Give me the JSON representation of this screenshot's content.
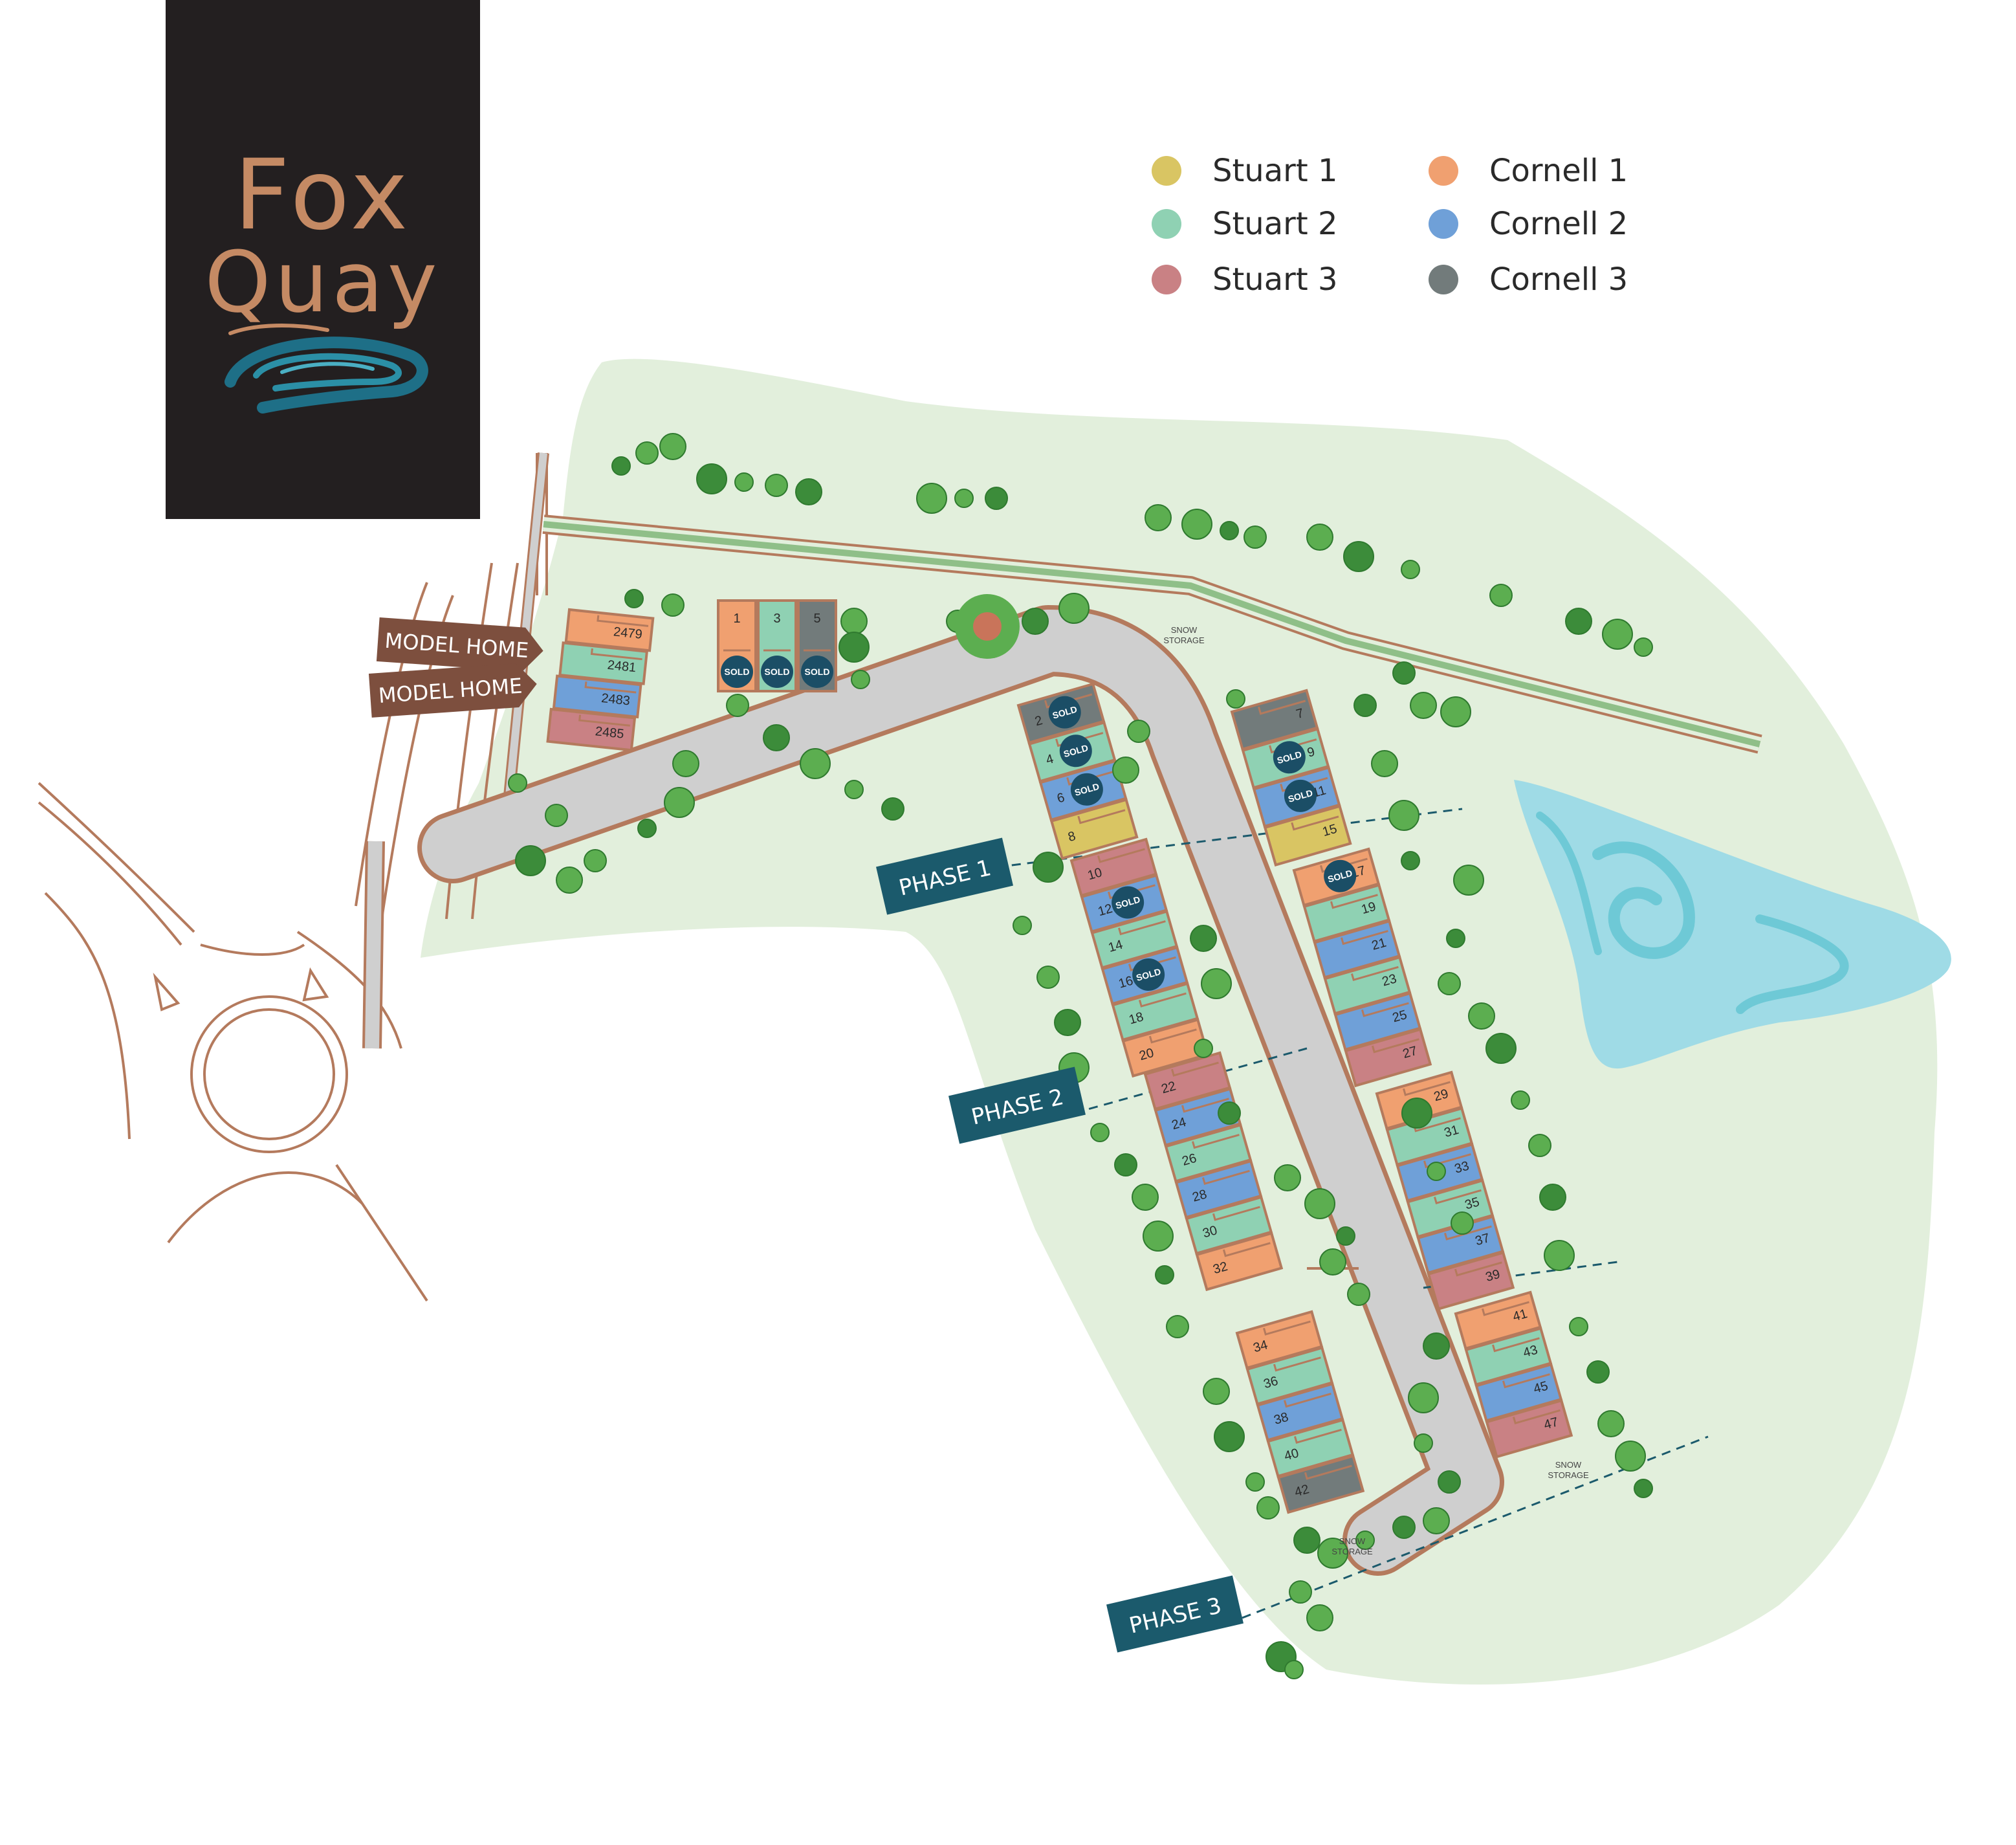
{
  "logo": {
    "line1": "Fox",
    "line2": "Quay"
  },
  "legend": [
    {
      "label": "Stuart 1",
      "color": "#d9c563"
    },
    {
      "label": "Stuart 2",
      "color": "#8fd1b3"
    },
    {
      "label": "Stuart 3",
      "color": "#c98184"
    },
    {
      "label": "Cornell 1",
      "color": "#f0a070"
    },
    {
      "label": "Cornell 2",
      "color": "#6fa0d8"
    },
    {
      "label": "Cornell 3",
      "color": "#727b7b"
    }
  ],
  "signs": {
    "model_home_1": "MODEL HOME",
    "model_home_2": "MODEL HOME",
    "phase_1": "PHASE 1",
    "phase_2": "PHASE 2",
    "phase_3": "PHASE 3"
  },
  "snow_storage": "SNOW STORAGE",
  "sold_label": "SOLD",
  "lots": [
    {
      "n": "2479",
      "style": "Cornell 1"
    },
    {
      "n": "2481",
      "style": "Stuart 2"
    },
    {
      "n": "2483",
      "style": "Cornell 2"
    },
    {
      "n": "2485",
      "style": "Stuart 3"
    },
    {
      "n": "1",
      "style": "Cornell 1",
      "sold": true
    },
    {
      "n": "3",
      "style": "Stuart 2",
      "sold": true
    },
    {
      "n": "5",
      "style": "Cornell 3",
      "sold": true
    },
    {
      "n": "2",
      "style": "Cornell 3",
      "sold": true
    },
    {
      "n": "4",
      "style": "Stuart 2",
      "sold": true
    },
    {
      "n": "6",
      "style": "Cornell 2",
      "sold": true
    },
    {
      "n": "8",
      "style": "Stuart 1"
    },
    {
      "n": "7",
      "style": "Cornell 3"
    },
    {
      "n": "9",
      "style": "Stuart 2",
      "sold": true
    },
    {
      "n": "11",
      "style": "Cornell 2",
      "sold": true
    },
    {
      "n": "15",
      "style": "Stuart 1"
    },
    {
      "n": "10",
      "style": "Stuart 3"
    },
    {
      "n": "12",
      "style": "Cornell 2",
      "sold": true
    },
    {
      "n": "14",
      "style": "Stuart 2"
    },
    {
      "n": "16",
      "style": "Cornell 2",
      "sold": true
    },
    {
      "n": "18",
      "style": "Stuart 2"
    },
    {
      "n": "20",
      "style": "Cornell 1"
    },
    {
      "n": "17",
      "style": "Cornell 1",
      "sold": true
    },
    {
      "n": "19",
      "style": "Stuart 2"
    },
    {
      "n": "21",
      "style": "Cornell 2"
    },
    {
      "n": "23",
      "style": "Stuart 2"
    },
    {
      "n": "25",
      "style": "Cornell 2"
    },
    {
      "n": "27",
      "style": "Stuart 3"
    },
    {
      "n": "22",
      "style": "Stuart 3"
    },
    {
      "n": "24",
      "style": "Cornell 2"
    },
    {
      "n": "26",
      "style": "Stuart 2"
    },
    {
      "n": "28",
      "style": "Cornell 2"
    },
    {
      "n": "30",
      "style": "Stuart 2"
    },
    {
      "n": "32",
      "style": "Cornell 1"
    },
    {
      "n": "29",
      "style": "Cornell 1"
    },
    {
      "n": "31",
      "style": "Stuart 2"
    },
    {
      "n": "33",
      "style": "Cornell 2"
    },
    {
      "n": "35",
      "style": "Stuart 2"
    },
    {
      "n": "37",
      "style": "Cornell 2"
    },
    {
      "n": "39",
      "style": "Stuart 3"
    },
    {
      "n": "34",
      "style": "Cornell 1"
    },
    {
      "n": "36",
      "style": "Stuart 2"
    },
    {
      "n": "38",
      "style": "Cornell 2"
    },
    {
      "n": "40",
      "style": "Stuart 2"
    },
    {
      "n": "42",
      "style": "Cornell 3"
    },
    {
      "n": "41",
      "style": "Cornell 1"
    },
    {
      "n": "43",
      "style": "Stuart 2"
    },
    {
      "n": "45",
      "style": "Cornell 2"
    },
    {
      "n": "47",
      "style": "Stuart 3"
    }
  ],
  "colors": {
    "park": "#e2efdc",
    "road": "#cfcfcf",
    "road_edge": "#b47a5d",
    "pond": "#9fdbe6",
    "pond_swirl": "#6ec9d6",
    "sign_brown": "#7d4f3e",
    "phase_teal": "#1b5a6c",
    "sold_navy": "#1b4e66",
    "tree": "#5cae50",
    "tree_dark": "#3c8c3a"
  }
}
